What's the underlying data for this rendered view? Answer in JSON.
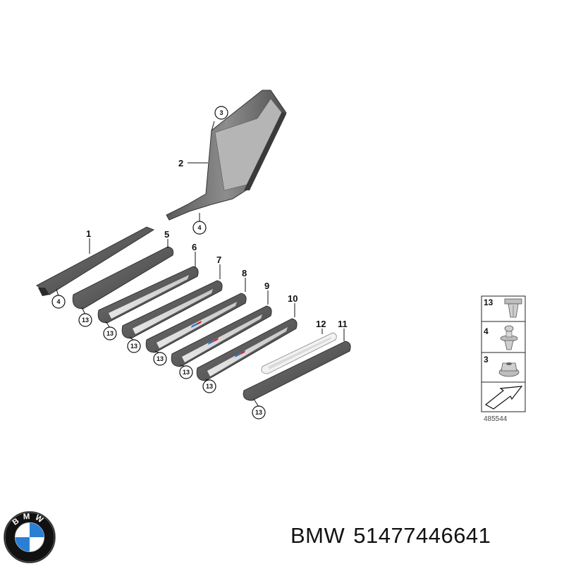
{
  "diagram": {
    "callouts": {
      "1": "1",
      "2": "2",
      "3": "3",
      "4": "4",
      "5": "5",
      "6": "6",
      "7": "7",
      "8": "8",
      "9": "9",
      "10": "10",
      "11": "11",
      "12": "12",
      "13": "13"
    },
    "legend": {
      "items": [
        "13",
        "4",
        "3"
      ],
      "diagram_id": "485544"
    }
  },
  "footer": {
    "brand": "BMW",
    "part_number": "51477446641"
  },
  "logo": {
    "letters": "BMW",
    "colors": {
      "blue": "#2a7fd4",
      "white": "#ffffff",
      "black": "#111111"
    }
  }
}
